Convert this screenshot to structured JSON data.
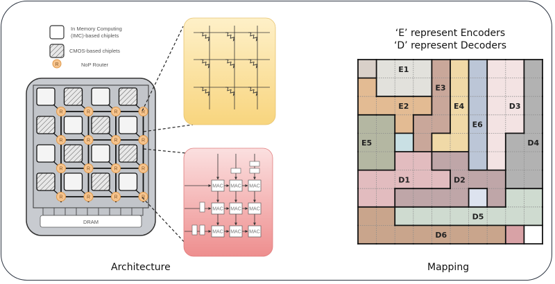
{
  "legend": {
    "imc_label_line1": "In Memory Computing",
    "imc_label_line2": "(IMC)-based chiplets",
    "cmos_label": "CMOS-based chiplets",
    "router_label": "NoP Router",
    "router_glyph": "R"
  },
  "architecture": {
    "caption": "Architecture",
    "dram_label": "DRAM",
    "router_glyph": "R",
    "mac_label": "MAC",
    "chiplet_layout": [
      [
        "imc",
        "cmos",
        "imc",
        "cmos"
      ],
      [
        "cmos",
        "imc",
        "cmos",
        "imc"
      ],
      [
        "imc",
        "cmos",
        "imc",
        "cmos"
      ],
      [
        "cmos",
        "imc",
        "cmos",
        "imc"
      ]
    ],
    "colors": {
      "package": "#c9ccd1",
      "router_fill": "#f6c48e",
      "router_stroke": "#e09a4c",
      "crossbar_bg_top": "#fdecc0",
      "crossbar_bg_bottom": "#f8d57e",
      "systolic_bg_top": "#fbe0e0",
      "systolic_bg_bottom": "#ef8f8f"
    }
  },
  "mapping": {
    "caption": "Mapping",
    "title_line1": "‘E’ represent Encoders",
    "title_line2": "‘D’ represent Decoders",
    "grid_size": 10,
    "cells": [
      [
        "X1",
        "E1",
        "E1",
        "E1",
        "E3",
        "E4",
        "E6",
        "D3",
        "D3",
        "D4"
      ],
      [
        "E2",
        "E1",
        "E1",
        "E1",
        "E3",
        "E4",
        "E6",
        "D3",
        "D3",
        "D4"
      ],
      [
        "E2",
        "E2",
        "E2",
        "E2",
        "E3",
        "E4",
        "E6",
        "D3",
        "D3",
        "D4"
      ],
      [
        "E5",
        "E5",
        "E2",
        "E3",
        "E3",
        "E4",
        "E6",
        "D3",
        "D3",
        "D4"
      ],
      [
        "E5",
        "E5",
        "X2",
        "E3",
        "E4",
        "E4",
        "E6",
        "D3",
        "D4",
        "D4"
      ],
      [
        "E5",
        "E5",
        "D1",
        "D1",
        "D2",
        "D2",
        "E6",
        "D3",
        "D4",
        "D4"
      ],
      [
        "D1",
        "D1",
        "D1",
        "D1",
        "D1",
        "D2",
        "D2",
        "D2",
        "D4",
        "D4"
      ],
      [
        "D1",
        "D1",
        "D2",
        "D2",
        "D2",
        "D2",
        "X3",
        "D2",
        "D5",
        "D5"
      ],
      [
        "D6",
        "D6",
        "D5",
        "D5",
        "D5",
        "D5",
        "D5",
        "D5",
        "D5",
        "D5"
      ],
      [
        "D6",
        "D6",
        "D6",
        "D6",
        "D6",
        "D6",
        "D6",
        "D6",
        "X4",
        "X5"
      ]
    ],
    "regions": [
      {
        "id": "E1",
        "label": "E1",
        "color": "#e2e1dc",
        "label_cell": [
          0,
          2
        ]
      },
      {
        "id": "E2",
        "label": "E2",
        "color": "#e3bb93",
        "label_cell": [
          2,
          2
        ]
      },
      {
        "id": "E3",
        "label": "E3",
        "color": "#c9a79a",
        "label_cell": [
          1,
          4
        ]
      },
      {
        "id": "E4",
        "label": "E4",
        "color": "#f0d9a7",
        "label_cell": [
          2,
          5
        ]
      },
      {
        "id": "E5",
        "label": "E5",
        "color": "#b4b7a2",
        "label_cell": [
          4,
          0
        ]
      },
      {
        "id": "E6",
        "label": "E6",
        "color": "#bcc6d7",
        "label_cell": [
          3,
          6
        ]
      },
      {
        "id": "D1",
        "label": "D1",
        "color": "#e2bcbf",
        "label_cell": [
          6,
          2
        ]
      },
      {
        "id": "D2",
        "label": "D2",
        "color": "#bfa6a8",
        "label_cell": [
          6,
          5
        ]
      },
      {
        "id": "D3",
        "label": "D3",
        "color": "#f3e3e3",
        "label_cell": [
          2,
          8
        ]
      },
      {
        "id": "D4",
        "label": "D4",
        "color": "#b2b2b2",
        "label_cell": [
          4,
          9
        ]
      },
      {
        "id": "D5",
        "label": "D5",
        "color": "#cfdbd0",
        "label_cell": [
          8,
          6
        ]
      },
      {
        "id": "D6",
        "label": "D6",
        "color": "#c9a58c",
        "label_cell": [
          9,
          4
        ]
      },
      {
        "id": "X1",
        "label": "",
        "color": "#d9d0c9"
      },
      {
        "id": "X2",
        "label": "",
        "color": "#c9e0e4"
      },
      {
        "id": "X3",
        "label": "",
        "color": "#dde3ef"
      },
      {
        "id": "X4",
        "label": "",
        "color": "#d8a2a6"
      },
      {
        "id": "X5",
        "label": "",
        "color": "#ffffff"
      }
    ]
  }
}
